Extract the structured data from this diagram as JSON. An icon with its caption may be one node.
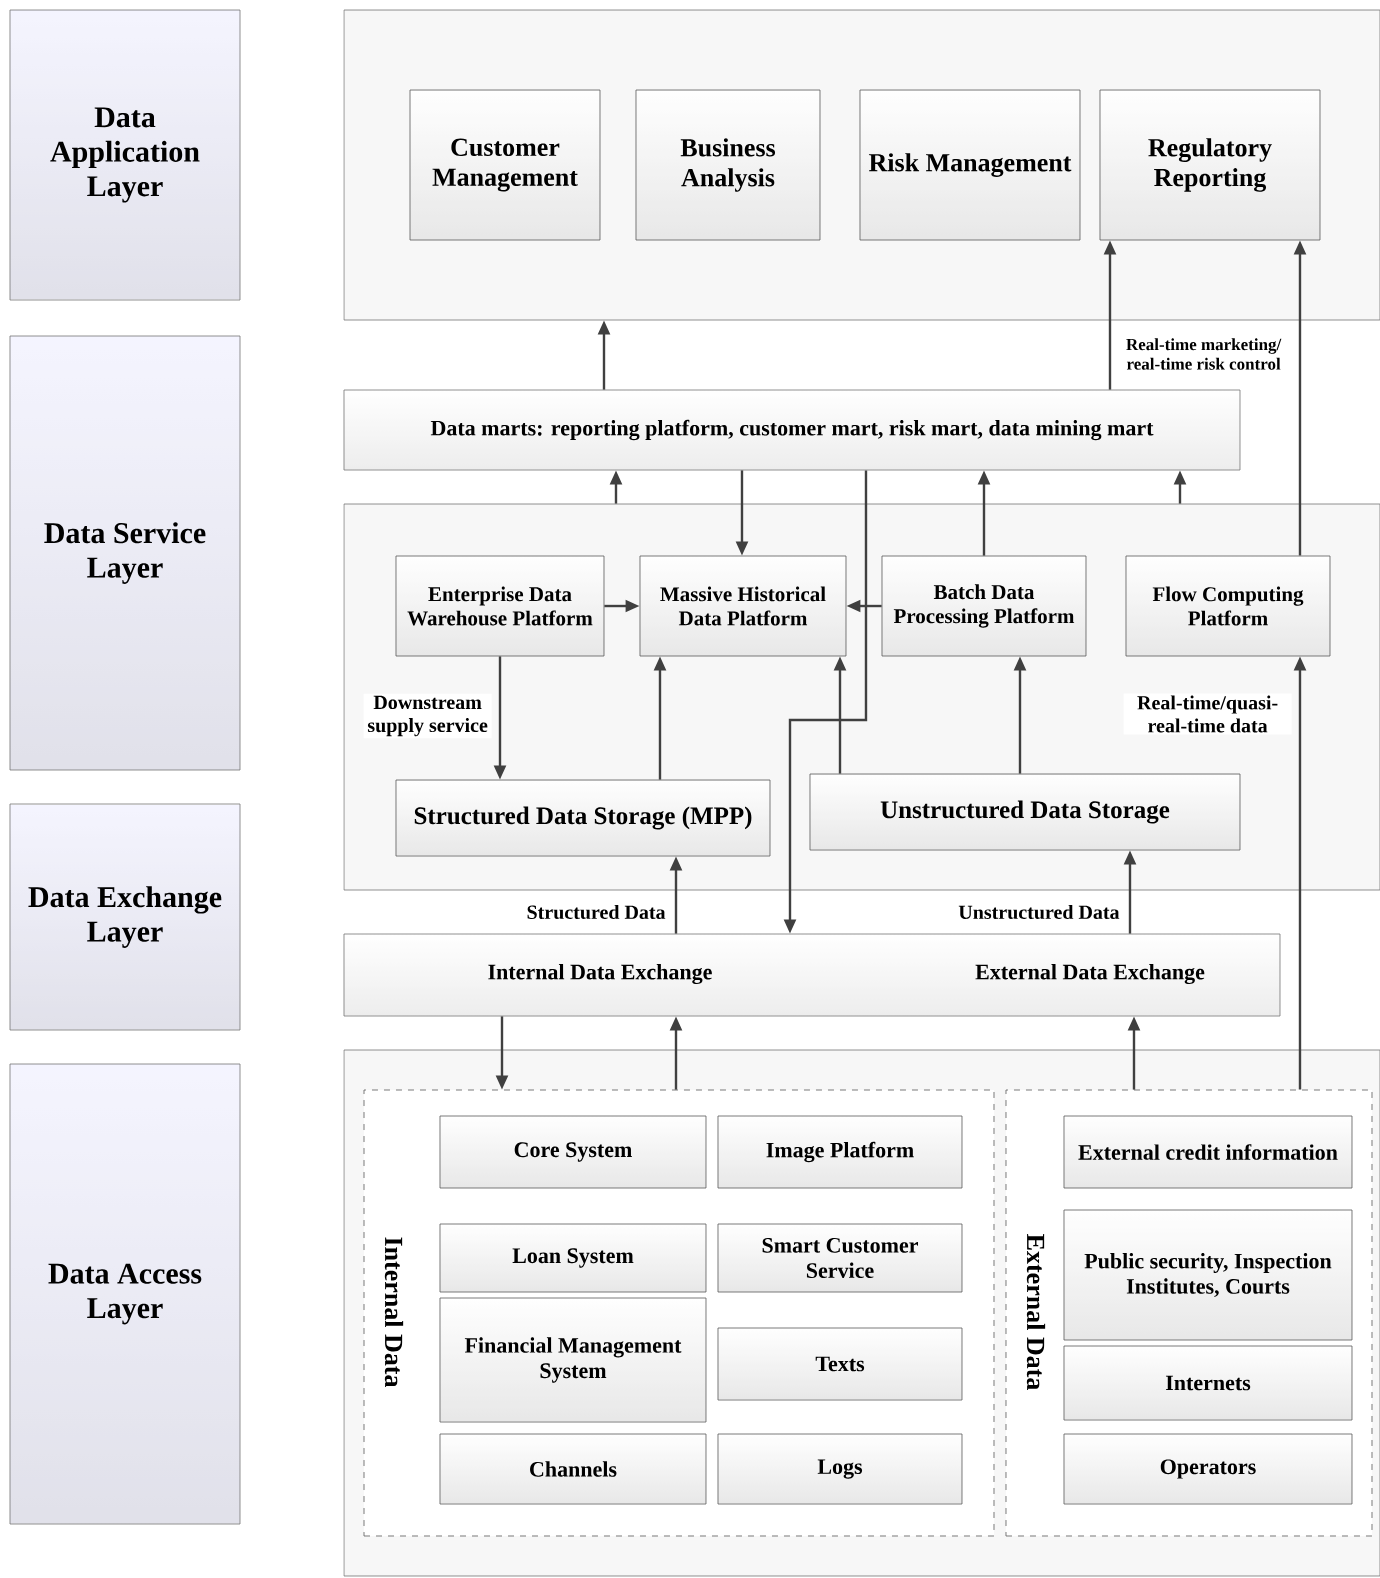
{
  "diagram": {
    "nodes": [
      {
        "text": [
          "Data Application Layer"
        ]
      },
      {
        "text": [
          "Data Service Layer"
        ]
      },
      {
        "text": [
          "Data Exchange Layer"
        ]
      },
      {
        "text": [
          "Data Access Layer"
        ]
      },
      {
        "text": [],
        "shape": "box"
      },
      {
        "text": [
          "Customer Management"
        ],
        "in": 4
      },
      {
        "text": [
          "Business Analysis"
        ],
        "in": 4
      },
      {
        "text": [
          "Risk Management"
        ],
        "in": 4
      },
      {
        "text": [
          "Regulatory Reporting"
        ],
        "in": 4
      },
      {
        "text": [
          "Data marts: reporting platform, customer mart, risk mart, data mining mart"
        ]
      },
      {
        "text": [],
        "shape": "box"
      },
      {
        "text": [
          "Enterprise Data Warehouse Platform"
        ],
        "in": 10
      },
      {
        "text": [
          "Massive Historical Data Platform"
        ],
        "in": 10
      },
      {
        "text": [
          "Batch Data Processing Platform"
        ],
        "in": 10
      },
      {
        "text": [
          "Flow Computing Platform"
        ],
        "in": 10
      },
      {
        "text": [
          "Structured Data Storage (MPP)"
        ],
        "in": 10
      },
      {
        "text": [
          "Unstructured Data Storage"
        ],
        "in": 10
      },
      {
        "text": [
          "Internal Data Exchange",
          "External Data Exchange"
        ]
      },
      {
        "text": [],
        "shape": "box"
      },
      {
        "text": [
          "Internal Data"
        ],
        "in": 18
      },
      {
        "text": [
          "Core System"
        ],
        "in": 19
      },
      {
        "text": [
          "Image Platform"
        ],
        "in": 19
      },
      {
        "text": [
          "Loan System"
        ],
        "in": 19
      },
      {
        "text": [
          "Smart Customer Service"
        ],
        "in": 19
      },
      {
        "text": [
          "Financial Management System"
        ],
        "in": 19
      },
      {
        "text": [
          "Texts"
        ],
        "in": 19
      },
      {
        "text": [
          "Channels"
        ],
        "in": 19
      },
      {
        "text": [
          "Logs"
        ],
        "in": 19
      },
      {
        "text": [
          "External Data"
        ],
        "in": 18
      },
      {
        "text": [
          "External credit information"
        ],
        "in": 28
      },
      {
        "text": [
          "Public security, Inspection Institutes, Courts"
        ],
        "in": 28
      },
      {
        "text": [
          "Internets"
        ],
        "in": 28
      },
      {
        "text": [
          "Operators"
        ],
        "in": 28
      }
    ],
    "edges": [
      {
        "from": 9,
        "to": 4,
        "arrow": "to"
      },
      {
        "from": 10,
        "to": 9,
        "arrow": "to"
      },
      {
        "from": 9,
        "to": 12,
        "arrow": "to"
      },
      {
        "from": 9,
        "to": 17,
        "arrow": "to"
      },
      {
        "from": 13,
        "to": 9,
        "arrow": "to"
      },
      {
        "from": 10,
        "to": 9,
        "arrow": "to"
      },
      {
        "from": 9,
        "to": 8,
        "arrow": "to"
      },
      {
        "from": 14,
        "to": 8,
        "arrow": "to",
        "label": "Real-time marketing/ real-time risk control"
      },
      {
        "from": 11,
        "to": 12,
        "arrow": "to"
      },
      {
        "from": 13,
        "to": 12,
        "arrow": "to"
      },
      {
        "from": 11,
        "to": 15,
        "arrow": "to",
        "label": "Downstream supply service"
      },
      {
        "from": 15,
        "to": 12,
        "arrow": "to"
      },
      {
        "from": 16,
        "to": 12,
        "arrow": "to"
      },
      {
        "from": 16,
        "to": 13,
        "arrow": "to"
      },
      {
        "from": 28,
        "to": 14,
        "arrow": "to",
        "label": "Real-time/quasi-real-time data"
      },
      {
        "from": 17,
        "to": 15,
        "arrow": "to",
        "label": "Structured Data"
      },
      {
        "from": 17,
        "to": 16,
        "arrow": "to",
        "label": "Unstructured Data"
      },
      {
        "from": 17,
        "to": 19,
        "arrow": "to"
      },
      {
        "from": 19,
        "to": 17,
        "arrow": "to"
      },
      {
        "from": 28,
        "to": 17,
        "arrow": "to"
      }
    ]
  }
}
